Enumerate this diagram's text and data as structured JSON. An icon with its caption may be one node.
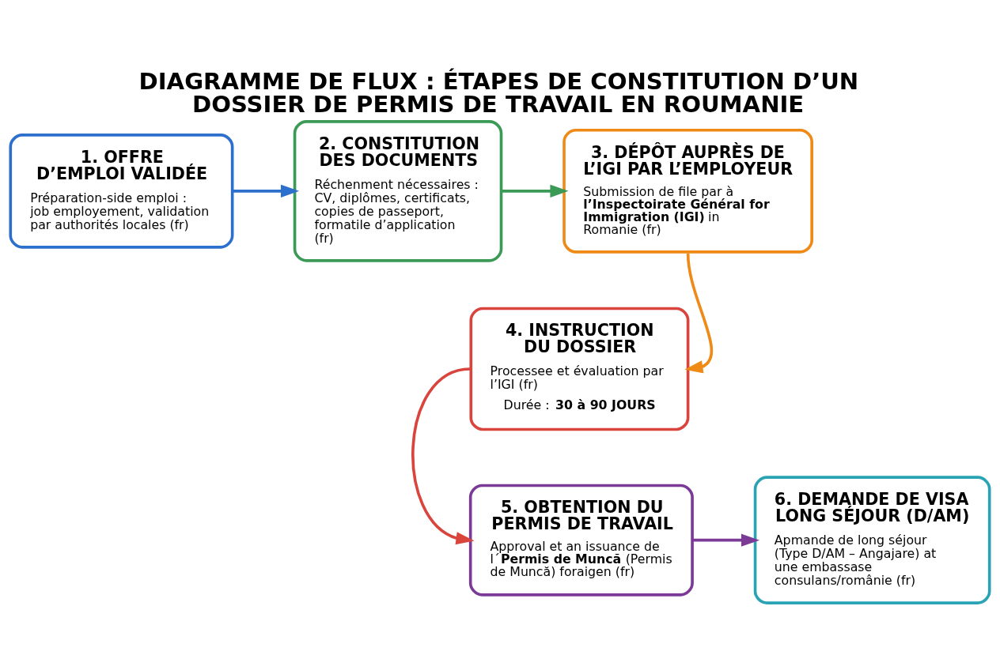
{
  "diagram": {
    "title": "DIAGRAMME DE FLUX : ÉTAPES DE CONSTITUTION D’UN DOSSIER DE PERMIS DE TRAVAIL EN ROUMANIE",
    "nodes": [
      {
        "text": [
          "1. OFFRE D’EMPLOI VALIDÉE",
          "Préparation-side emploi : job employement, validation par authorités locales (fr)"
        ]
      },
      {
        "text": [
          "2. CONSTITUTION DES DOCUMENTS",
          "Réchenment nécessaires : CV, diplômes, certificats, copies de passeport, formatile d’application (fr)"
        ]
      },
      {
        "text": [
          "3. DÉPÔT AUPRÈS DE L’IGI PAR L’EMPLOYEUR",
          "Submission de file par à **l’Inspectoirate Général for Immigration (IGI)** in Romanie (fr)"
        ]
      },
      {
        "text": [
          "4. INSTRUCTION DU DOSSIER",
          "Processee et évaluation par l’IGI (fr)",
          "Durée : **30 à 90 JOURS**"
        ]
      },
      {
        "text": [
          "5. OBTENTION DU PERMIS DE TRAVAIL",
          "Approval et an issuance de l´**Permis de Muncă** (Permis de Muncă) foraigen (fr)"
        ]
      },
      {
        "text": [
          "6. DEMANDE DE VISA LONG SÉJOUR (D/AM)",
          "Apmande de long séjour (Type D/AM – Angajare) at une embassase consulans/românie (fr)"
        ]
      }
    ],
    "edges": [
      {
        "from": 0,
        "to": 1,
        "arrow": "to",
        "color": "#2d6fcc"
      },
      {
        "from": 1,
        "to": 2,
        "arrow": "to",
        "color": "#3a9a56"
      },
      {
        "from": 2,
        "to": 3,
        "arrow": "to",
        "color": "#ef8a17"
      },
      {
        "from": 3,
        "to": 4,
        "arrow": "to",
        "color": "#d9453c"
      },
      {
        "from": 4,
        "to": 5,
        "arrow": "to",
        "color": "#7b3a96"
      }
    ]
  }
}
